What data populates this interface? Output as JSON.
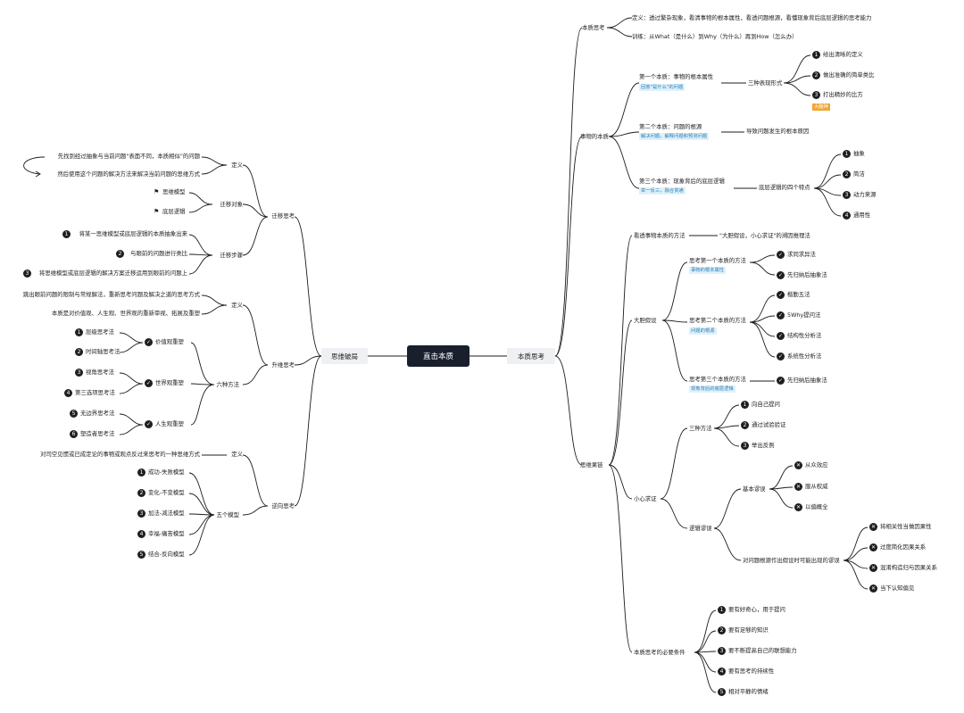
{
  "center": "直击本质",
  "right": {
    "root": "本质思考",
    "essence_thinking": {
      "label": "本质思考",
      "definition": "定义：透过繁杂现象，看清事物的根本属性，看透问题根源，看懂现象背后底层逻辑的思考能力",
      "training": "训练：从What（是什么）到Why（为什么）再到How（怎么办）"
    },
    "thing_essence": {
      "label": "事物的本质",
      "first": {
        "label": "第一个本质：事物的根本属性",
        "tag": "回答\"是什么\"的问题",
        "forms_label": "三种表现形式",
        "forms": [
          "给出清晰的定义",
          "做出准确的简单类比",
          "打出精妙的比方"
        ],
        "forms_tag": "大脑神"
      },
      "second": {
        "label": "第二个本质：问题的根源",
        "tag": "解决问题，解释问题和预测问题",
        "child": "导致问题发生的根本原因"
      },
      "third": {
        "label": "第三个本质：现象背后的底层逻辑",
        "tag": "举一反三，融合贯通",
        "child": "底层逻辑的四个特点",
        "items": [
          "抽象",
          "简洁",
          "动力来源",
          "通用性"
        ]
      }
    },
    "thinking_chain": {
      "label": "思维果链",
      "method": {
        "label": "看透事物本质的方法",
        "child": "\"大胆假设，小心求证\"的溯因推理法"
      },
      "bold": {
        "label": "大胆假设",
        "g1": {
          "label": "思考第一个本质的方法",
          "tag": "事物的根本属性",
          "items": [
            "求同求异法",
            "先归纳后抽象法"
          ]
        },
        "g2": {
          "label": "思考第二个本质的方法",
          "tag": "问题的根源",
          "items": [
            "楷勤五法",
            "5Why提问法",
            "结构性分析法",
            "系统性分析法"
          ]
        },
        "g3": {
          "label": "思考第三个本质的方法",
          "tag": "现象背后的底层逻辑",
          "items": [
            "先归纳后抽象法"
          ]
        }
      },
      "careful": {
        "label": "小心求证",
        "three": {
          "label": "三种方法",
          "items": [
            "向自己提问",
            "通过试验验证",
            "举出反例"
          ]
        },
        "pitfalls": {
          "label": "逻辑谬误",
          "basic": {
            "label": "基本谬误",
            "items": [
              "从众效应",
              "服从权威",
              "以偏概全"
            ]
          },
          "causal": {
            "label": "对问题根源作出假设时可能出现的谬误",
            "items": [
              "将相关性当做因果性",
              "过度简化因果关系",
              "混淆构造归与因果关系",
              "当下认知偏见"
            ]
          }
        }
      },
      "conditions": {
        "label": "本质思考的必要条件",
        "items": [
          "要有好奇心，用于提问",
          "要有足够的知识",
          "要不断提高自己的联想能力",
          "要有思考的持续性",
          "相对平静的情绪"
        ]
      }
    }
  },
  "left": {
    "root": "思维破局",
    "transfer": {
      "label": "迁移思考",
      "definition": {
        "label": "定义",
        "items": [
          "先找到经过抽象与当前问题\"表面不同，本质相似\"的问题",
          "然后使用这个问题的解决方法来解决当前问题的思维方式"
        ]
      },
      "objects": {
        "label": "迁移对象",
        "items": [
          "思维模型",
          "底层逻辑"
        ]
      },
      "steps": {
        "label": "迁移步骤",
        "items": [
          "将某一思维模型或底层逻辑的本质抽象出来",
          "与眼前的问题进行类比",
          "将思维模型或底层逻辑的解决方案迁移运用到眼前的问题上"
        ]
      }
    },
    "upgrade": {
      "label": "升维思考",
      "definition": {
        "label": "定义",
        "items": [
          "跳出眼前问题的限制与常规解法，重新思考问题及解决之道的思考方式",
          "本质是对价值观、人生观、世界观的重新审视、拓展及重塑"
        ]
      },
      "six": {
        "label": "六种方法",
        "value": {
          "label": "价值观重塑",
          "items": [
            "层级思考法",
            "时间轴思考法"
          ]
        },
        "world": {
          "label": "世界观重塑",
          "items": [
            "视角思考法",
            "第三选项思考法"
          ]
        },
        "life": {
          "label": "人生观重塑",
          "items": [
            "无边界思考法",
            "塑造者思考法"
          ]
        }
      }
    },
    "reverse": {
      "label": "逆向思考",
      "definition": {
        "label": "定义",
        "items": [
          "对司空见惯或已成定论的事物或观点反过来思考的一种思维方式"
        ]
      },
      "five": {
        "label": "五个模型",
        "items": [
          "成功-失败模型",
          "变化-不变模型",
          "加法-减法模型",
          "幸福-痛苦模型",
          "结合-反向模型"
        ]
      }
    }
  }
}
